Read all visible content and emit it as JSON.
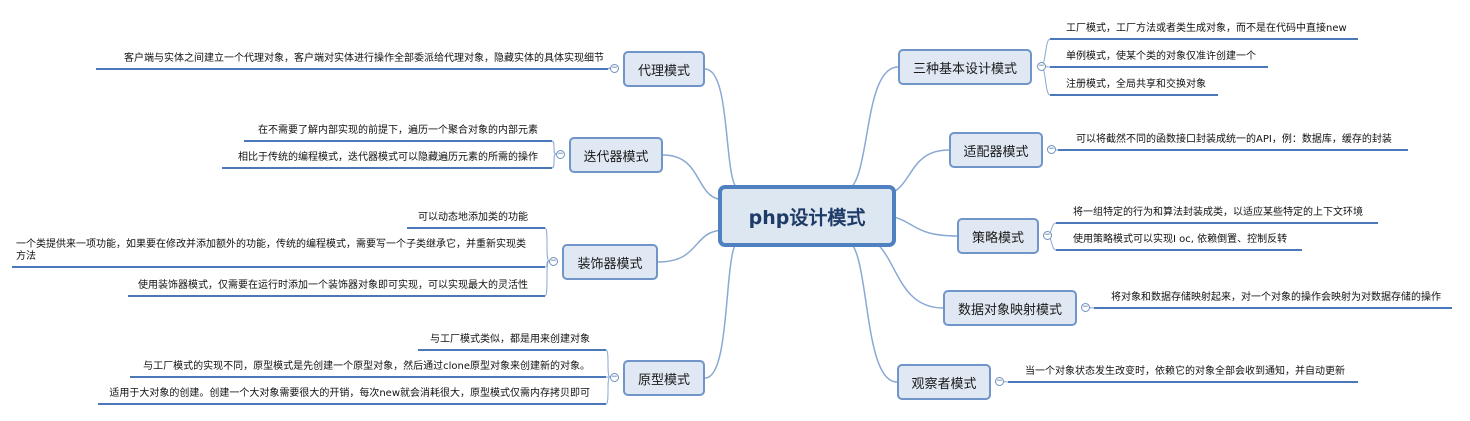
{
  "center": {
    "title": "php设计模式"
  },
  "right_topics": [
    {
      "id": "basic",
      "label": "三种基本设计模式",
      "leaves": [
        "工厂模式，工厂方法或者类生成对象，而不是在代码中直接new",
        "单例模式，使某个类的对象仅准许创建一个",
        "注册模式，全局共享和交换对象"
      ]
    },
    {
      "id": "adapter",
      "label": "适配器模式",
      "leaves": [
        "可以将截然不同的函数接口封装成统一的API，例：数据库，缓存的封装"
      ]
    },
    {
      "id": "strategy",
      "label": "策略模式",
      "leaves": [
        "将一组特定的行为和算法封装成类，以适应某些特定的上下文环境",
        "使用策略模式可以实现I oc, 依赖倒置、控制反转"
      ]
    },
    {
      "id": "datamapper",
      "label": "数据对象映射模式",
      "leaves": [
        "将对象和数据存储映射起来，对一个对象的操作会映射为对数据存储的操作"
      ]
    },
    {
      "id": "observer",
      "label": "观察者模式",
      "leaves": [
        "当一个对象状态发生改变时，依赖它的对象全部会收到通知，并自动更新"
      ]
    }
  ],
  "left_topics": [
    {
      "id": "proxy",
      "label": "代理模式",
      "leaves": [
        "客户端与实体之间建立一个代理对象，客户端对实体进行操作全部委派给代理对象，隐藏实体的具体实现细节"
      ]
    },
    {
      "id": "iterator",
      "label": "迭代器模式",
      "leaves": [
        "在不需要了解内部实现的前提下，遍历一个聚合对象的内部元素",
        "相比于传统的编程模式，迭代器模式可以隐藏遍历元素的所需的操作"
      ]
    },
    {
      "id": "decorator",
      "label": "装饰器模式",
      "leaves": [
        "可以动态地添加类的功能",
        "一个类提供来一项功能，如果要在修改并添加额外的功能，传统的编程模式，需要写一个子类继承它，并重新实现类方法",
        "使用装饰器模式，仅需要在运行时添加一个装饰器对象即可实现，可以实现最大的灵活性"
      ]
    },
    {
      "id": "prototype",
      "label": "原型模式",
      "leaves": [
        "与工厂模式类似，都是用来创建对象",
        "与工厂模式的实现不同，原型模式是先创建一个原型对象，然后通过clone原型对象来创建新的对象。",
        "适用于大对象的创建。创建一个大对象需要很大的开销，每次new就会消耗很大，原型模式仅需内存拷贝即可"
      ]
    }
  ],
  "collapse_symbol": "−",
  "colors": {
    "branch": "#8aa9d3",
    "underline": "#4a78b8",
    "topic_fill": "#dfe8f3",
    "topic_border": "#6f95c9",
    "center_border": "#4f80c0"
  }
}
